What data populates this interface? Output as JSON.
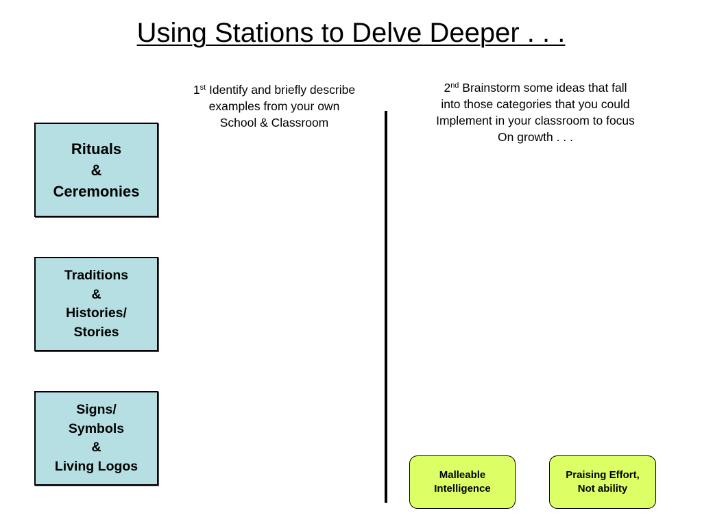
{
  "title": "Using Stations to Delve Deeper . . .",
  "instructions": {
    "first": {
      "ordinal_number": "1",
      "ordinal_suffix": "st",
      "line1": " Identify and briefly describe",
      "line2": "examples from your own",
      "line3": "School & Classroom"
    },
    "second": {
      "ordinal_number": "2",
      "ordinal_suffix": "nd",
      "line1": " Brainstorm some ideas that fall",
      "line2": "into those categories that you could",
      "line3": "Implement in your classroom to focus",
      "line4": "On growth . . ."
    }
  },
  "categories": [
    {
      "lines": [
        "Rituals",
        "&",
        "Ceremonies"
      ]
    },
    {
      "lines": [
        "Traditions",
        "&",
        "Histories/",
        "Stories"
      ]
    },
    {
      "lines": [
        "Signs/",
        "Symbols",
        "&",
        "Living Logos"
      ]
    }
  ],
  "focus_tags": [
    {
      "lines": [
        "Malleable",
        "Intelligence"
      ]
    },
    {
      "lines": [
        "Praising Effort,",
        "Not ability"
      ]
    }
  ],
  "colors": {
    "category_box_fill": "#b5dfe2",
    "focus_tag_fill": "#ddff66",
    "divider": "#000000"
  }
}
